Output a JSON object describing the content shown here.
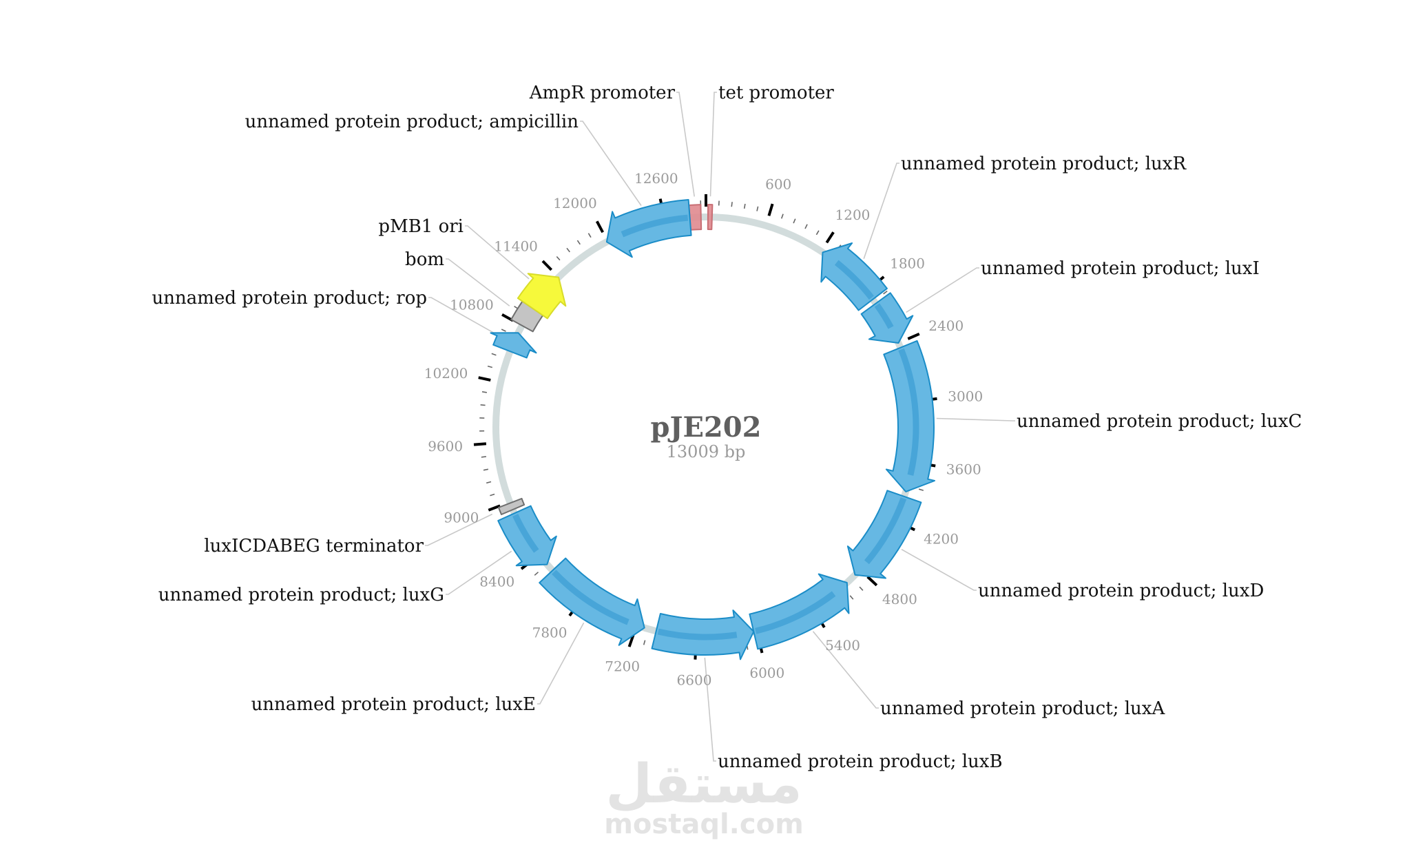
{
  "plasmid": {
    "name": "pJE202",
    "size_label": "13009 bp",
    "length": 13009
  },
  "colors": {
    "backbone": "#d2dcdc",
    "cds": "#66b8e3",
    "cds_stroke": "#1a8cc7",
    "cds_stripe": "#3f9fd4",
    "promoter": "#e08a8f",
    "ori": "#f6f93b",
    "misc": "#c4c4c4",
    "tick_major": "#000000",
    "tick_label": "#9a9a9a",
    "leader": "#c8c8c8"
  },
  "tick_labels": [
    "600",
    "1200",
    "1800",
    "2400",
    "3000",
    "3600",
    "4200",
    "4800",
    "5400",
    "6000",
    "6600",
    "7200",
    "7800",
    "8400",
    "9000",
    "9600",
    "10200",
    "10800",
    "11400",
    "12000",
    "12600"
  ],
  "features": [
    {
      "id": "ampR-promoter",
      "label": "AmpR promoter",
      "type": "promoter",
      "start": 12850,
      "end": 12960,
      "strand": 0
    },
    {
      "id": "tet-promoter",
      "label": "tet promoter",
      "type": "promoter",
      "start": 20,
      "end": 60,
      "strand": 0
    },
    {
      "id": "ampicillin",
      "label": "unnamed protein product; ampicillin",
      "type": "cds",
      "start": 11990,
      "end": 12850,
      "strand": -1
    },
    {
      "id": "luxR",
      "label": "unnamed protein product; luxR",
      "type": "cds",
      "start": 1220,
      "end": 1900,
      "strand": -1
    },
    {
      "id": "luxI",
      "label": "unnamed protein product; luxI",
      "type": "cds",
      "start": 1950,
      "end": 2400,
      "strand": 1
    },
    {
      "id": "luxC",
      "label": "unnamed protein product; luxC",
      "type": "cds",
      "start": 2450,
      "end": 3900,
      "strand": 1
    },
    {
      "id": "luxD",
      "label": "unnamed protein product; luxD",
      "type": "cds",
      "start": 3950,
      "end": 4870,
      "strand": 1
    },
    {
      "id": "luxA",
      "label": "unnamed protein product; luxA",
      "type": "cds",
      "start": 4980,
      "end": 6030,
      "strand": -1
    },
    {
      "id": "luxB",
      "label": "unnamed protein product; luxB",
      "type": "cds",
      "start": 6030,
      "end": 7000,
      "strand": -1
    },
    {
      "id": "luxE",
      "label": "unnamed protein product; luxE",
      "type": "cds",
      "start": 7120,
      "end": 8200,
      "strand": -1
    },
    {
      "id": "luxG",
      "label": "unnamed protein product; luxG",
      "type": "cds",
      "start": 8280,
      "end": 8880,
      "strand": -1
    },
    {
      "id": "terminator",
      "label": "luxICDABEG terminator",
      "type": "terminator",
      "start": 8920,
      "end": 8990,
      "strand": 0
    },
    {
      "id": "rop",
      "label": "unnamed protein product; rop",
      "type": "cds",
      "start": 10520,
      "end": 10720,
      "strand": 1
    },
    {
      "id": "bom",
      "label": "bom",
      "type": "misc",
      "start": 10800,
      "end": 11000,
      "strand": 0
    },
    {
      "id": "pMB1-ori",
      "label": "pMB1 ori",
      "type": "ori",
      "start": 11000,
      "end": 11400,
      "strand": 1
    }
  ],
  "watermark": {
    "logo": "مستقل",
    "text": "mostaql.com"
  }
}
